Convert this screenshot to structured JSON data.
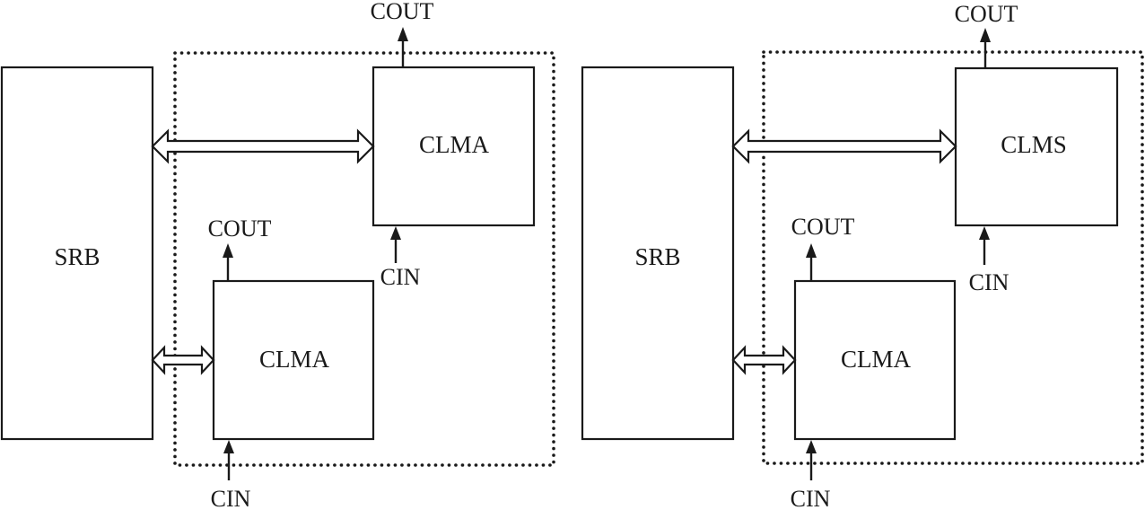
{
  "diagram": {
    "panels": [
      {
        "id": "left",
        "srb_label": "SRB",
        "top_block_label": "CLMA",
        "bottom_block_label": "CLMA",
        "top_cout_label": "COUT",
        "top_cin_label": "CIN",
        "bottom_cout_label": "COUT",
        "bottom_cin_label": "CIN"
      },
      {
        "id": "right",
        "srb_label": "SRB",
        "top_block_label": "CLMS",
        "bottom_block_label": "CLMA",
        "top_cout_label": "COUT",
        "top_cin_label": "CIN",
        "bottom_cout_label": "COUT",
        "bottom_cin_label": "CIN"
      }
    ],
    "colors": {
      "stroke": "#1a1a1a",
      "background": "#ffffff"
    }
  }
}
